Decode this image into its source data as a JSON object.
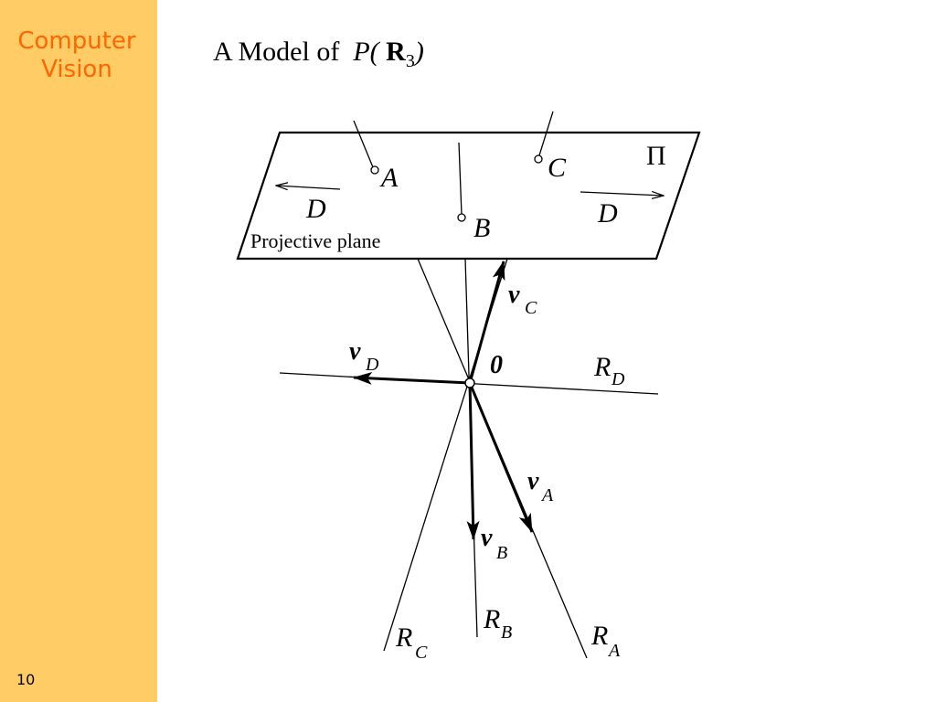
{
  "sidebar": {
    "course_title_line1": "Computer",
    "course_title_line2": "Vision",
    "slide_number": "10",
    "background": "#ffcc66",
    "title_color": "#ff6600"
  },
  "slide": {
    "title_prefix": "A Model of  ",
    "title_p": "P(",
    "title_r": " R",
    "title_sub": "3",
    "title_close": ")"
  },
  "diagram": {
    "plane_symbol": "Π",
    "plane_caption": "Projective plane",
    "points": {
      "a": "A",
      "b": "B",
      "c": "C"
    },
    "direction_label_left": "D",
    "direction_label_right": "D",
    "origin_label": "0",
    "vectors": {
      "c": {
        "main": "v",
        "sub": "C"
      },
      "d": {
        "main": "v",
        "sub": "D"
      },
      "a": {
        "main": "v",
        "sub": "A"
      },
      "b": {
        "main": "v",
        "sub": "B"
      }
    },
    "rays": {
      "d": {
        "main": "R",
        "sub": "D"
      },
      "c": {
        "main": "R",
        "sub": "C"
      },
      "b": {
        "main": "R",
        "sub": "B"
      },
      "a": {
        "main": "R",
        "sub": "A"
      }
    }
  }
}
